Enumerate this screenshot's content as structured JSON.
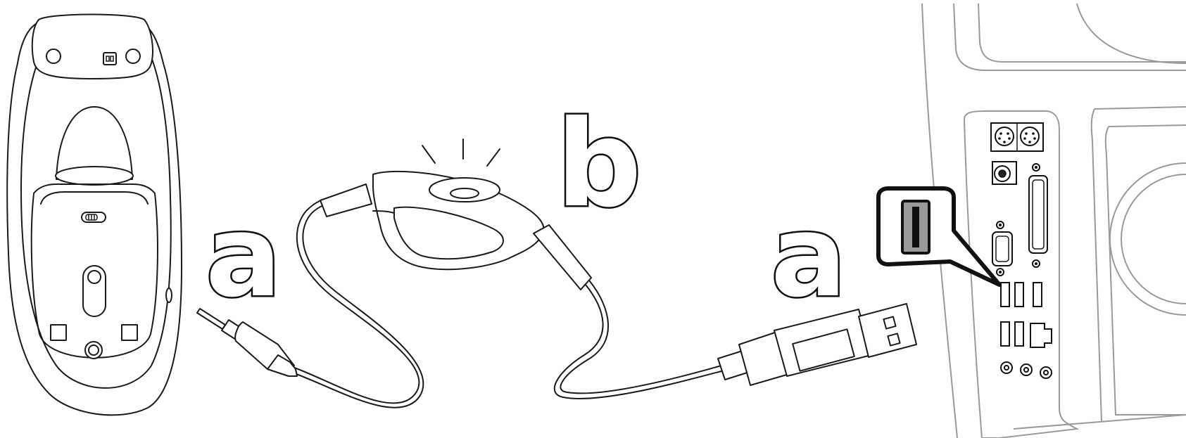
{
  "labels": {
    "a_left": "a",
    "b": "b",
    "a_right": "a"
  },
  "colors": {
    "line": "#1a1a1a",
    "computer_outline": "#9a9a9a",
    "usb_highlight": "#9a9a9a"
  },
  "icons": [
    "mouse-cradle-icon",
    "audio-plug-icon",
    "receiver-dongle-icon",
    "usb-plug-icon",
    "computer-rear-panel-icon",
    "usb-port-callout-icon"
  ]
}
